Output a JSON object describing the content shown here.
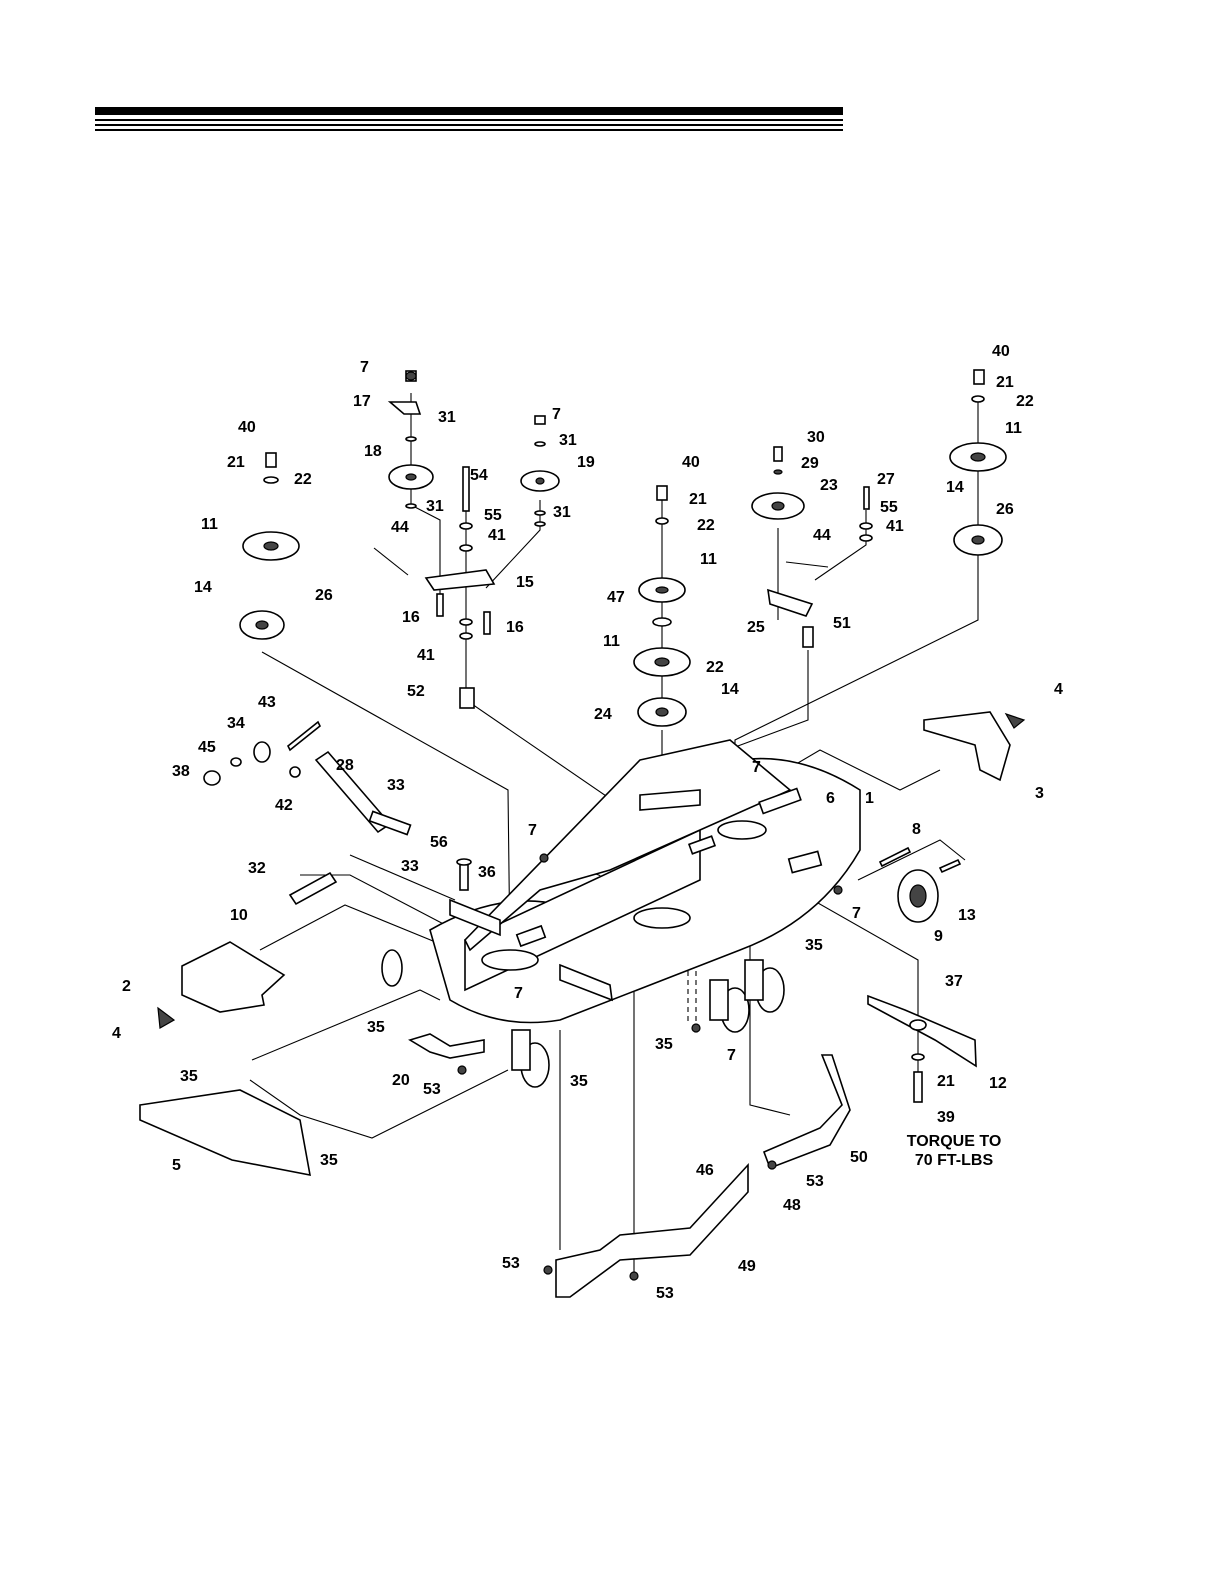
{
  "callouts": [
    {
      "id": "c7a",
      "text": "7"
    },
    {
      "id": "c17",
      "text": "17"
    },
    {
      "id": "c31a",
      "text": "31"
    },
    {
      "id": "c18",
      "text": "18"
    },
    {
      "id": "c31b",
      "text": "31"
    },
    {
      "id": "c7b",
      "text": "7"
    },
    {
      "id": "c31c",
      "text": "31"
    },
    {
      "id": "c19",
      "text": "19"
    },
    {
      "id": "c31d",
      "text": "31"
    },
    {
      "id": "c54",
      "text": "54"
    },
    {
      "id": "c55a",
      "text": "55"
    },
    {
      "id": "c41a",
      "text": "41"
    },
    {
      "id": "c44a",
      "text": "44"
    },
    {
      "id": "c15",
      "text": "15"
    },
    {
      "id": "c16a",
      "text": "16"
    },
    {
      "id": "c16b",
      "text": "16"
    },
    {
      "id": "c41b",
      "text": "41"
    },
    {
      "id": "c52",
      "text": "52"
    },
    {
      "id": "c40a",
      "text": "40"
    },
    {
      "id": "c21a",
      "text": "21"
    },
    {
      "id": "c22a",
      "text": "22"
    },
    {
      "id": "c11a",
      "text": "11"
    },
    {
      "id": "c14a",
      "text": "14"
    },
    {
      "id": "c26a",
      "text": "26"
    },
    {
      "id": "c40b",
      "text": "40"
    },
    {
      "id": "c21b",
      "text": "21"
    },
    {
      "id": "c22b",
      "text": "22"
    },
    {
      "id": "c11b",
      "text": "11"
    },
    {
      "id": "c47",
      "text": "47"
    },
    {
      "id": "c11c",
      "text": "11"
    },
    {
      "id": "c22c",
      "text": "22"
    },
    {
      "id": "c14b",
      "text": "14"
    },
    {
      "id": "c24",
      "text": "24"
    },
    {
      "id": "c30",
      "text": "30"
    },
    {
      "id": "c29",
      "text": "29"
    },
    {
      "id": "c23",
      "text": "23"
    },
    {
      "id": "c27",
      "text": "27"
    },
    {
      "id": "c55b",
      "text": "55"
    },
    {
      "id": "c41c",
      "text": "41"
    },
    {
      "id": "c44b",
      "text": "44"
    },
    {
      "id": "c25",
      "text": "25"
    },
    {
      "id": "c51",
      "text": "51"
    },
    {
      "id": "c40c",
      "text": "40"
    },
    {
      "id": "c21c",
      "text": "21"
    },
    {
      "id": "c22d",
      "text": "22"
    },
    {
      "id": "c11d",
      "text": "11"
    },
    {
      "id": "c14c",
      "text": "14"
    },
    {
      "id": "c26b",
      "text": "26"
    },
    {
      "id": "c4a",
      "text": "4"
    },
    {
      "id": "c3",
      "text": "3"
    },
    {
      "id": "c43",
      "text": "43"
    },
    {
      "id": "c34",
      "text": "34"
    },
    {
      "id": "c45",
      "text": "45"
    },
    {
      "id": "c38",
      "text": "38"
    },
    {
      "id": "c42",
      "text": "42"
    },
    {
      "id": "c28",
      "text": "28"
    },
    {
      "id": "c33a",
      "text": "33"
    },
    {
      "id": "c33b",
      "text": "33"
    },
    {
      "id": "c7c",
      "text": "7"
    },
    {
      "id": "c56",
      "text": "56"
    },
    {
      "id": "c36",
      "text": "36"
    },
    {
      "id": "c32",
      "text": "32"
    },
    {
      "id": "c10",
      "text": "10"
    },
    {
      "id": "c7d",
      "text": "7"
    },
    {
      "id": "c6",
      "text": "6"
    },
    {
      "id": "c1",
      "text": "1"
    },
    {
      "id": "c8",
      "text": "8"
    },
    {
      "id": "c7e",
      "text": "7"
    },
    {
      "id": "c13",
      "text": "13"
    },
    {
      "id": "c9",
      "text": "9"
    },
    {
      "id": "c35a",
      "text": "35"
    },
    {
      "id": "c2",
      "text": "2"
    },
    {
      "id": "c4b",
      "text": "4"
    },
    {
      "id": "c7f",
      "text": "7"
    },
    {
      "id": "c35b",
      "text": "35"
    },
    {
      "id": "c37",
      "text": "37"
    },
    {
      "id": "c12",
      "text": "12"
    },
    {
      "id": "c21d",
      "text": "21"
    },
    {
      "id": "c39",
      "text": "39"
    },
    {
      "id": "c35c",
      "text": "35"
    },
    {
      "id": "c7g",
      "text": "7"
    },
    {
      "id": "c35d",
      "text": "35"
    },
    {
      "id": "c20",
      "text": "20"
    },
    {
      "id": "c53a",
      "text": "53"
    },
    {
      "id": "c35e",
      "text": "35"
    },
    {
      "id": "c35f",
      "text": "35"
    },
    {
      "id": "c5",
      "text": "5"
    },
    {
      "id": "c46",
      "text": "46"
    },
    {
      "id": "c53b",
      "text": "53"
    },
    {
      "id": "c48",
      "text": "48"
    },
    {
      "id": "c50",
      "text": "50"
    },
    {
      "id": "c49",
      "text": "49"
    },
    {
      "id": "c53c",
      "text": "53"
    },
    {
      "id": "c53d",
      "text": "53"
    }
  ],
  "torque_note": {
    "line1": "TORQUE TO",
    "line2": "70 FT-LBS"
  }
}
